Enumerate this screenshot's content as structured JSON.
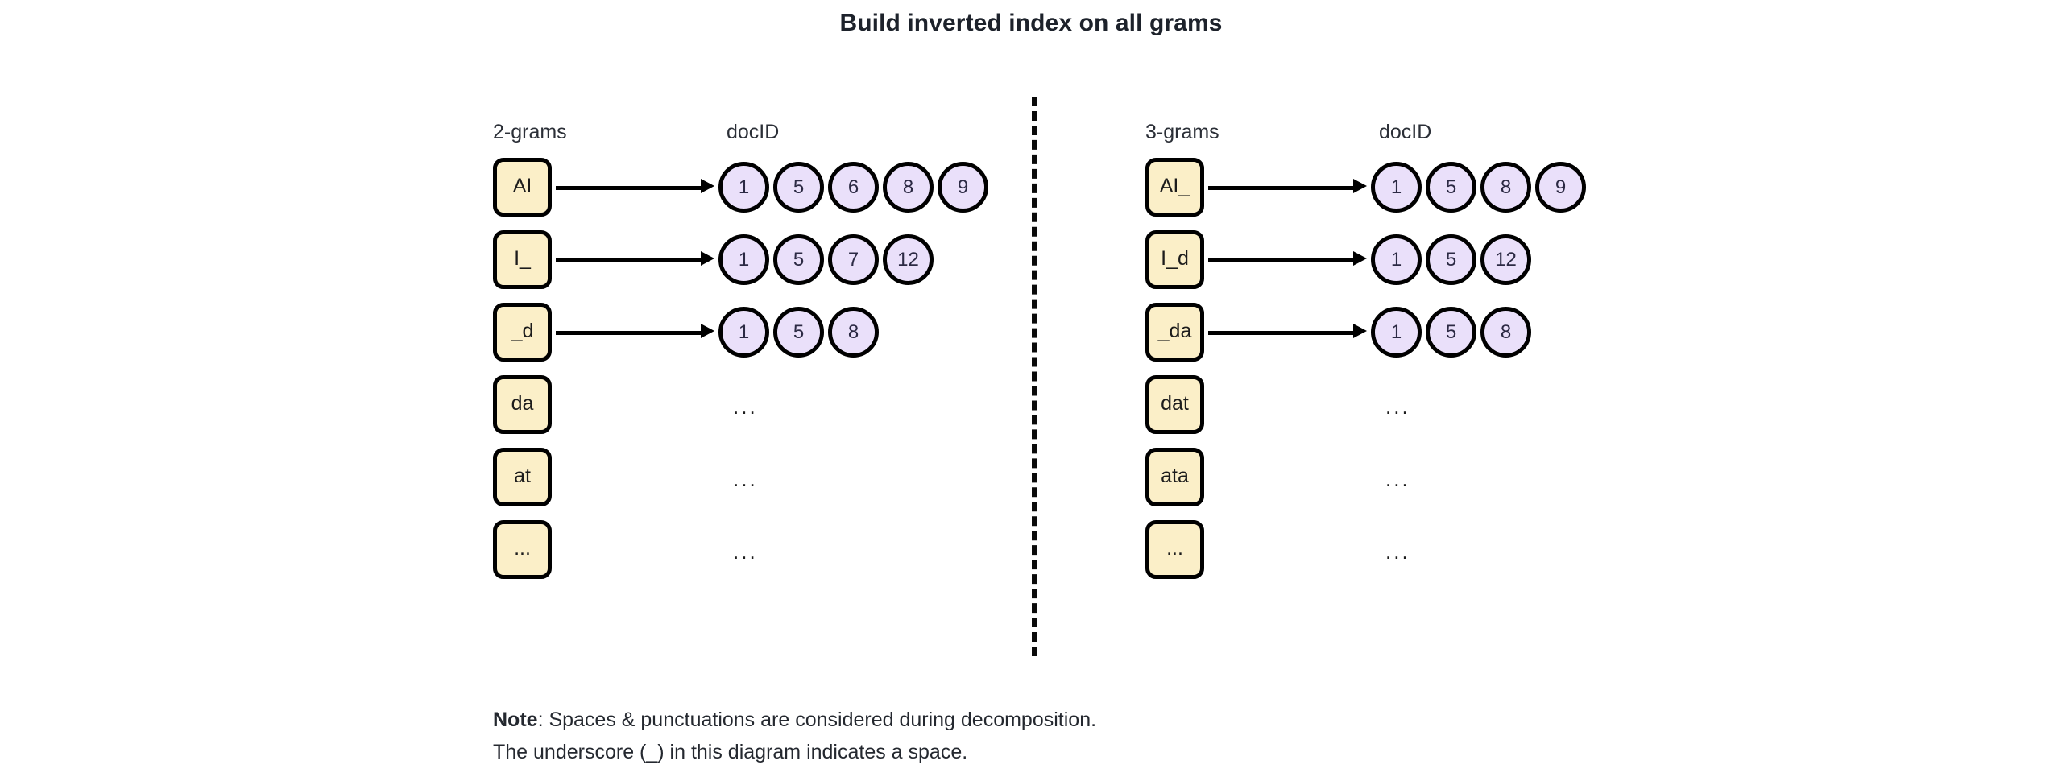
{
  "title": "Build inverted index on all grams",
  "colors": {
    "gram_box_fill": "#FBEFC8",
    "doc_circle_fill": "#EAE0FA",
    "stroke": "#000000",
    "text": "#232730",
    "background": "#FFFFFF"
  },
  "panels": [
    {
      "id": "2grams",
      "gram_header": "2-grams",
      "docid_header": "docID",
      "rows": [
        {
          "gram": "AI",
          "has_arrow": true,
          "docids": [
            1,
            5,
            6,
            8,
            9
          ],
          "ellipsis": ""
        },
        {
          "gram": "I_",
          "has_arrow": true,
          "docids": [
            1,
            5,
            7,
            12
          ],
          "ellipsis": ""
        },
        {
          "gram": "_d",
          "has_arrow": true,
          "docids": [
            1,
            5,
            8
          ],
          "ellipsis": ""
        },
        {
          "gram": "da",
          "has_arrow": false,
          "docids": [],
          "ellipsis": "..."
        },
        {
          "gram": "at",
          "has_arrow": false,
          "docids": [],
          "ellipsis": "..."
        },
        {
          "gram": "...",
          "has_arrow": false,
          "docids": [],
          "ellipsis": "..."
        }
      ]
    },
    {
      "id": "3grams",
      "gram_header": "3-grams",
      "docid_header": "docID",
      "rows": [
        {
          "gram": "AI_",
          "has_arrow": true,
          "docids": [
            1,
            5,
            8,
            9
          ],
          "ellipsis": ""
        },
        {
          "gram": "I_d",
          "has_arrow": true,
          "docids": [
            1,
            5,
            12
          ],
          "ellipsis": ""
        },
        {
          "gram": "_da",
          "has_arrow": true,
          "docids": [
            1,
            5,
            8
          ],
          "ellipsis": ""
        },
        {
          "gram": "dat",
          "has_arrow": false,
          "docids": [],
          "ellipsis": "..."
        },
        {
          "gram": "ata",
          "has_arrow": false,
          "docids": [],
          "ellipsis": "..."
        },
        {
          "gram": "...",
          "has_arrow": false,
          "docids": [],
          "ellipsis": "..."
        }
      ]
    }
  ],
  "note": {
    "label": "Note",
    "line1_rest": ": Spaces & punctuations are considered during decomposition.",
    "line2": "The underscore (_) in this diagram indicates a space."
  }
}
